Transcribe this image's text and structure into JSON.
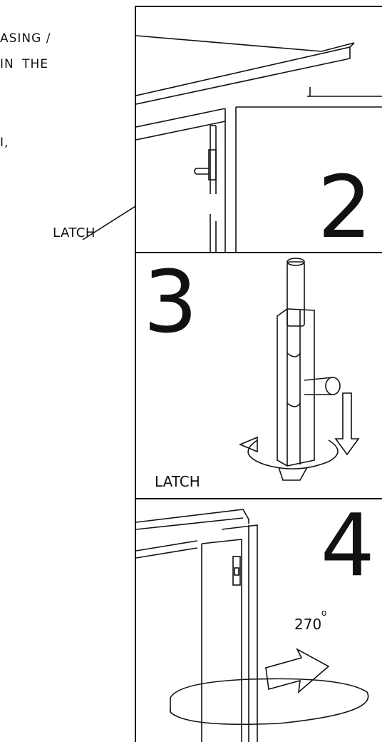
{
  "instructions": {
    "fragment_1": "ASING /",
    "fragment_2": "IN THE",
    "fragment_3": "I,"
  },
  "callouts": {
    "latch": "LATCH"
  },
  "panels": {
    "step2": {
      "number": "2"
    },
    "step3": {
      "number": "3",
      "label": "LATCH"
    },
    "step4": {
      "number": "4",
      "angle": "270",
      "angle_unit": "o"
    }
  }
}
